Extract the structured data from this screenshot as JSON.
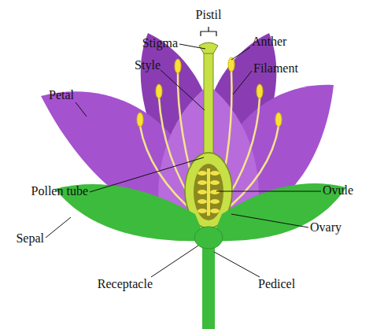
{
  "diagram": {
    "labels": [
      "Pistil",
      "Stigma",
      "Anther",
      "Style",
      "Filament",
      "Petal",
      "Pollen tube",
      "Ovule",
      "Sepal",
      "Ovary",
      "Receptacle",
      "Pedicel"
    ]
  }
}
